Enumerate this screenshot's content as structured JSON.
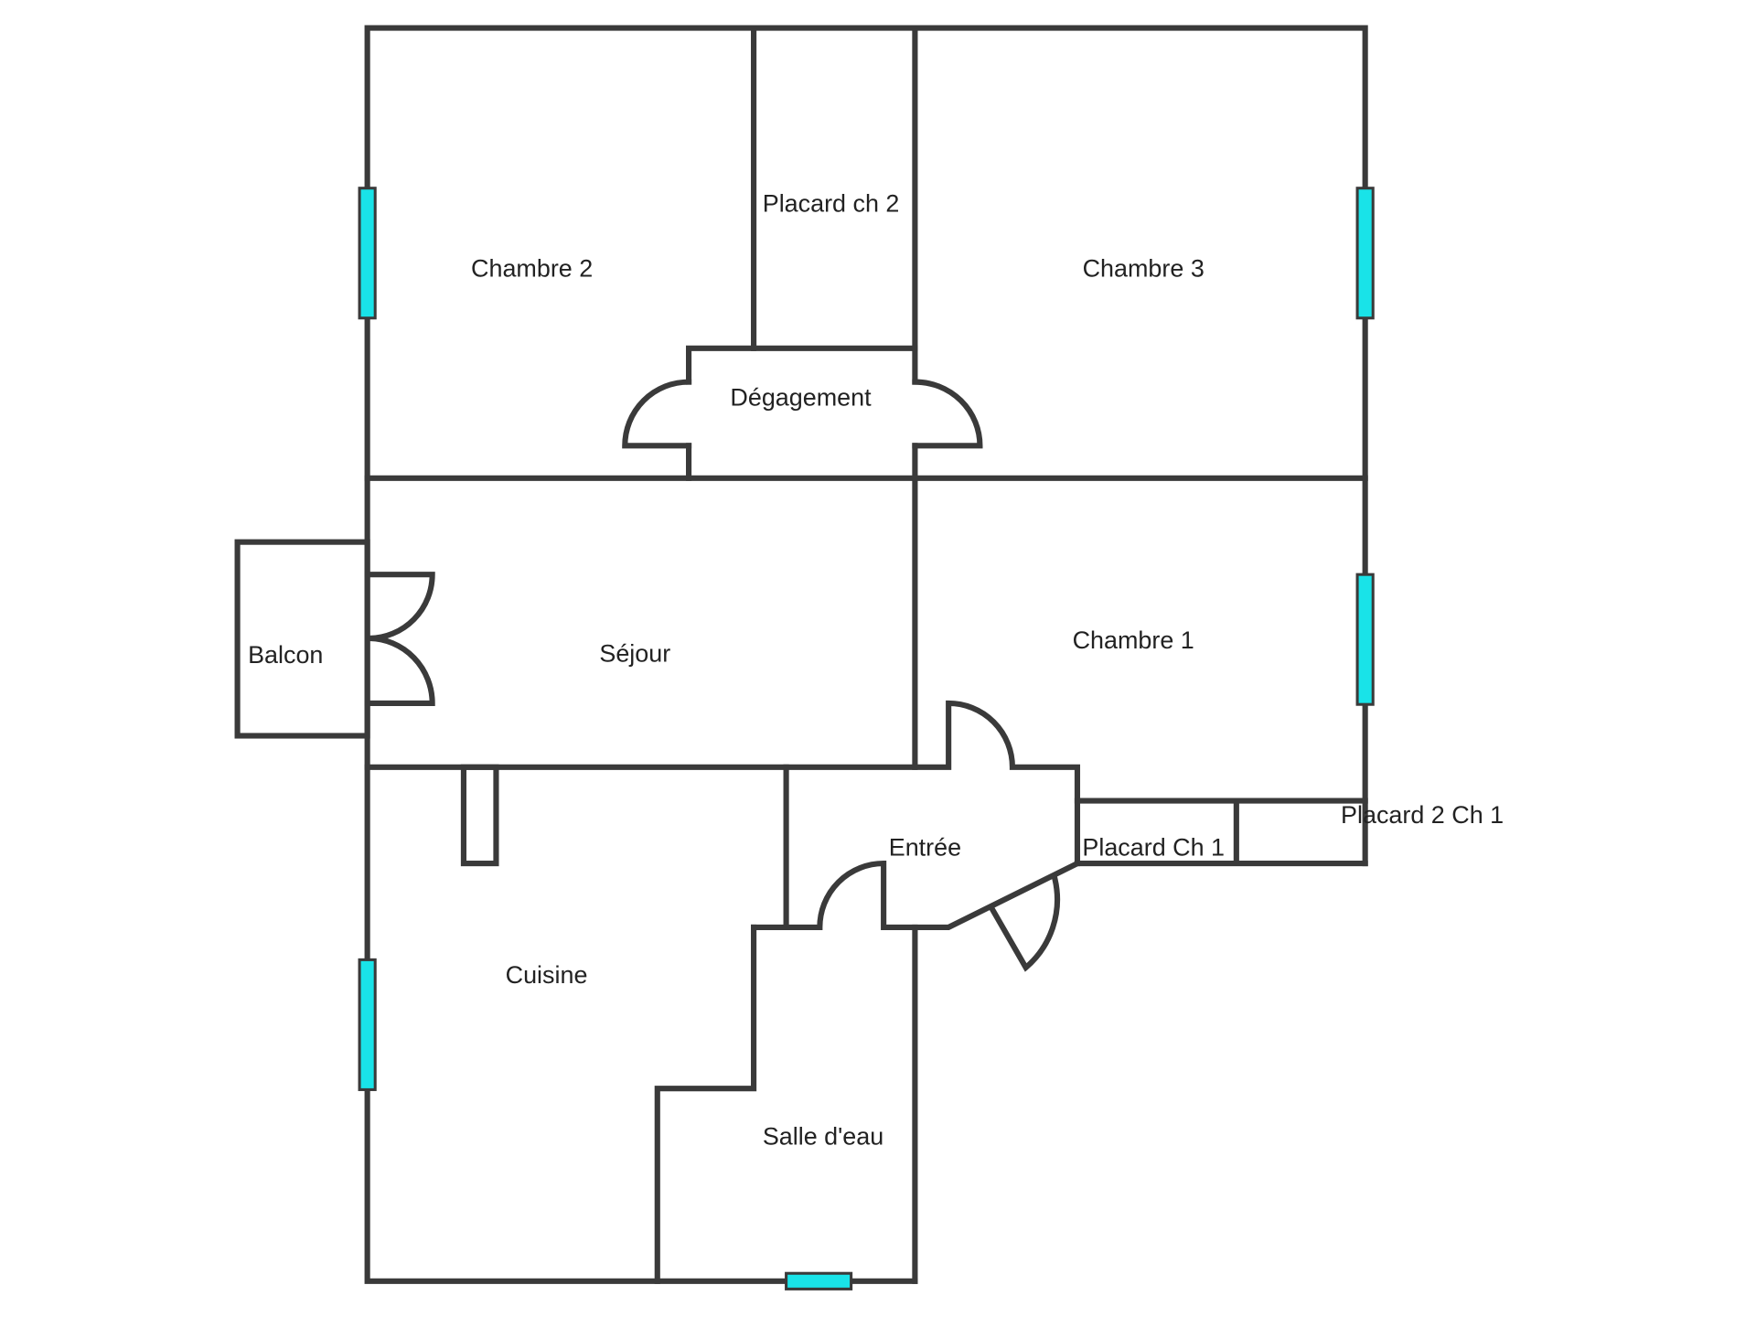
{
  "rooms": {
    "chambre2": "Chambre 2",
    "placard_ch2": "Placard ch 2",
    "chambre3": "Chambre 3",
    "degagement": "Dégagement",
    "balcon": "Balcon",
    "sejour": "Séjour",
    "chambre1": "Chambre 1",
    "entree": "Entrée",
    "placard_ch1": "Placard Ch 1",
    "placard2_ch1": "Placard 2 Ch 1",
    "cuisine": "Cuisine",
    "salle_deau": "Salle d'eau"
  },
  "colors": {
    "wall": "#3a3a3a",
    "window": "#19e3e8"
  }
}
